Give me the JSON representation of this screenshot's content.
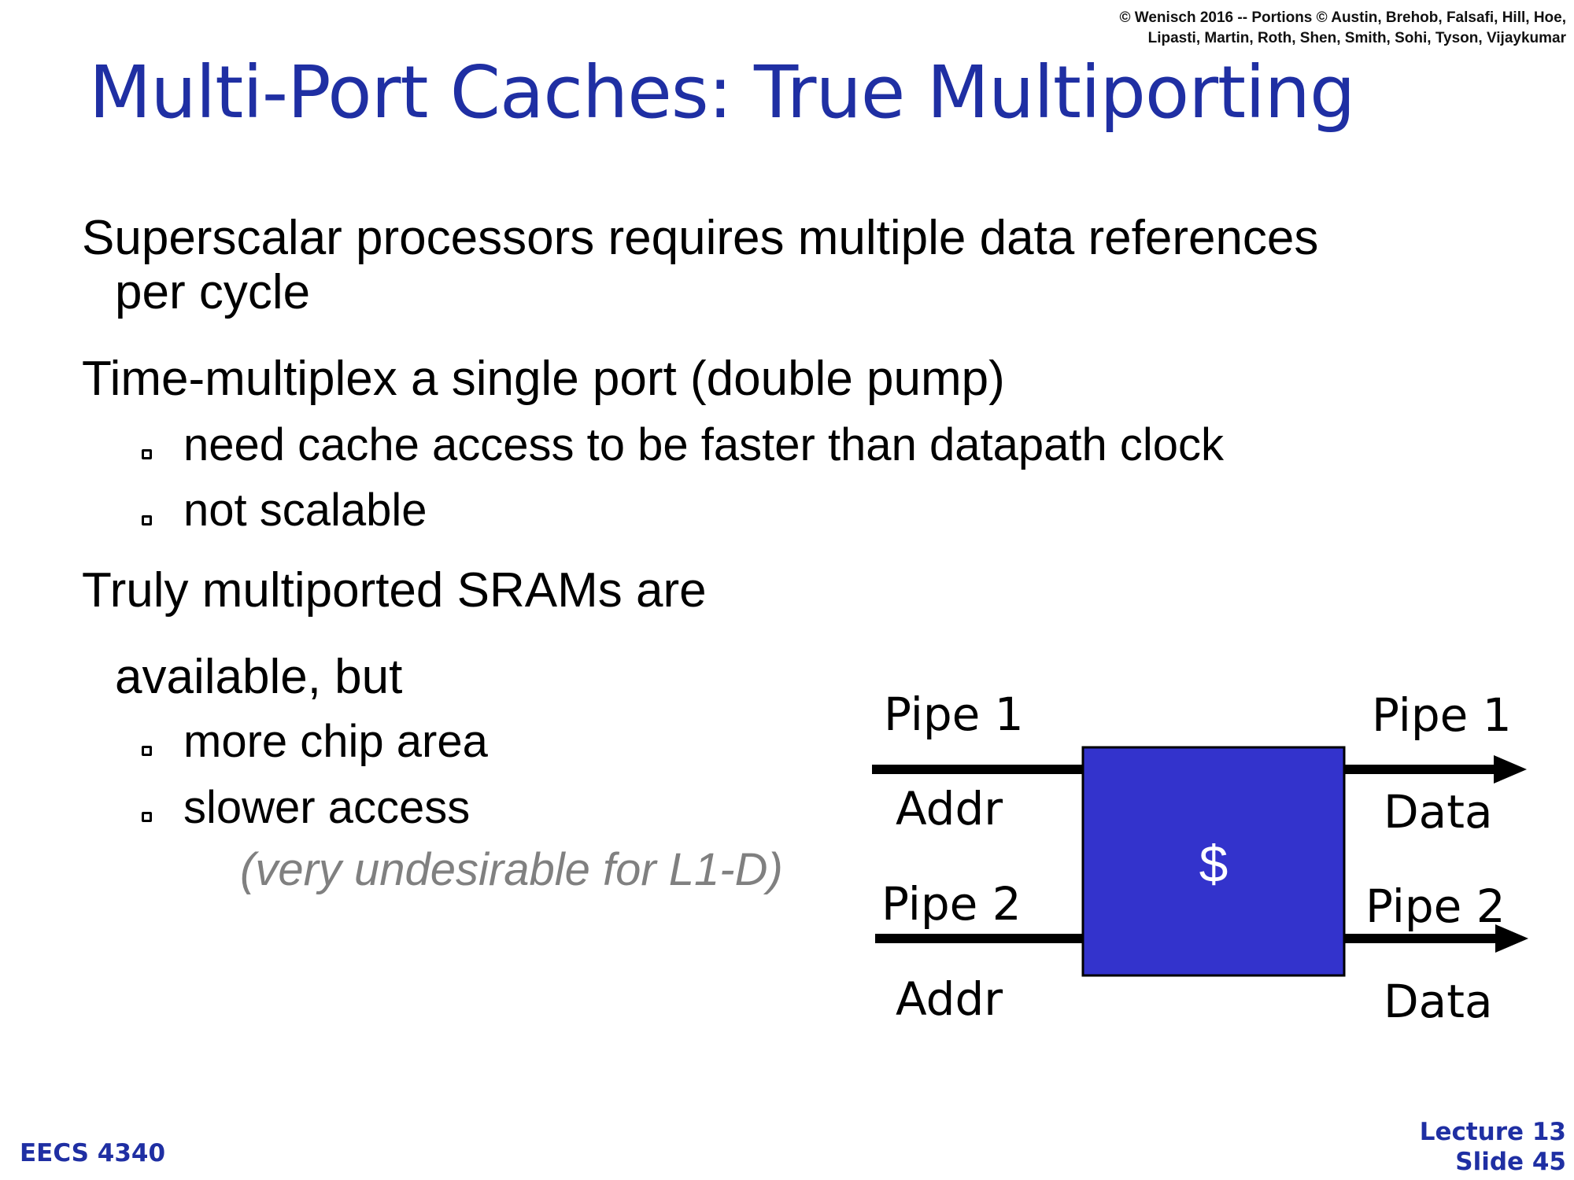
{
  "colors": {
    "title": "#1f2fa3",
    "footer": "#1f2fa3",
    "cache_box": "#3333cc",
    "note": "#808080"
  },
  "copyright": {
    "line1": "© Wenisch 2016 -- Portions © Austin, Brehob, Falsafi, Hill, Hoe,",
    "line2": "Lipasti, Martin, Roth, Shen, Smith, Sohi, Tyson, Vijaykumar"
  },
  "title": "Multi-Port Caches: True Multiporting",
  "bullets": {
    "b1_line1": "Superscalar processors requires multiple data references",
    "b1_line2": "per cycle",
    "b2": "Time-multiplex a single port (double pump)",
    "b2_sub1": "need cache access to be faster than datapath clock",
    "b2_sub2": "not scalable",
    "b3_line1": "Truly multiported SRAMs are",
    "b3_line2": "available, but",
    "b3_sub1": "more chip area",
    "b3_sub2": "slower access",
    "b3_note": "(very undesirable for L1-D)"
  },
  "diagram": {
    "cache_label": "$",
    "in1_top": "Pipe 1",
    "in1_bottom": "Addr",
    "in2_top": "Pipe 2",
    "in2_bottom": "Addr",
    "out1_top": "Pipe 1",
    "out1_bottom": "Data",
    "out2_top": "Pipe 2",
    "out2_bottom": "Data"
  },
  "footer": {
    "course": "EECS 4340",
    "lecture": "Lecture 13",
    "slide": "Slide 45"
  }
}
